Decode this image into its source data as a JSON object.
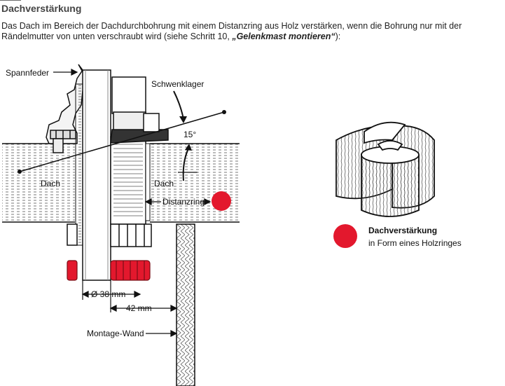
{
  "heading": "Dachverstärkung",
  "intro": {
    "text_before": "Das Dach im Bereich der Dachdurchbohrung mit einem Distanzring aus Holz verstärken, wenn die Bohrung nur mit der Rändelmutter von unten verschraubt wird (siehe Schritt 10, ",
    "emphasis": "„Gelenkmast montieren“",
    "text_after": "):"
  },
  "diagram": {
    "labels": {
      "spannfeder": "Spannfeder",
      "schwenklager": "Schwenklager",
      "angle": "15°",
      "dach_left": "Dach",
      "dach_right": "Dach",
      "distanzring": "Distanzring",
      "diameter": "Ø 38 mm",
      "wall_dist": "42 mm",
      "montage_wand": "Montage-Wand"
    },
    "accent_color": "#e3182d"
  },
  "legend": {
    "title": "Dachverstärkung",
    "subtitle": "in Form eines Holzringes"
  }
}
